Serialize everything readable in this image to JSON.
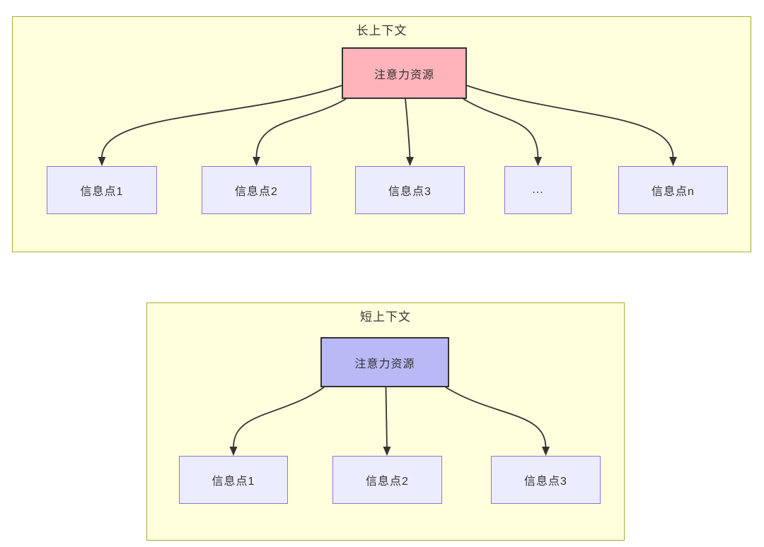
{
  "long_context": {
    "title": "长上下文",
    "root_label": "注意力资源",
    "nodes": [
      "信息点1",
      "信息点2",
      "信息点3",
      "...",
      "信息点n"
    ]
  },
  "short_context": {
    "title": "短上下文",
    "root_label": "注意力资源",
    "nodes": [
      "信息点1",
      "信息点2",
      "信息点3"
    ]
  },
  "colors": {
    "subgraph_fill": "#ffffde",
    "subgraph_stroke": "#aaaa33",
    "node_fill": "#ececff",
    "node_stroke": "#9370db",
    "long_root_fill": "#ffb3ba",
    "short_root_fill": "#b9b9f7",
    "root_stroke": "#333333",
    "edge_color": "#333333",
    "text_color": "#333333"
  }
}
